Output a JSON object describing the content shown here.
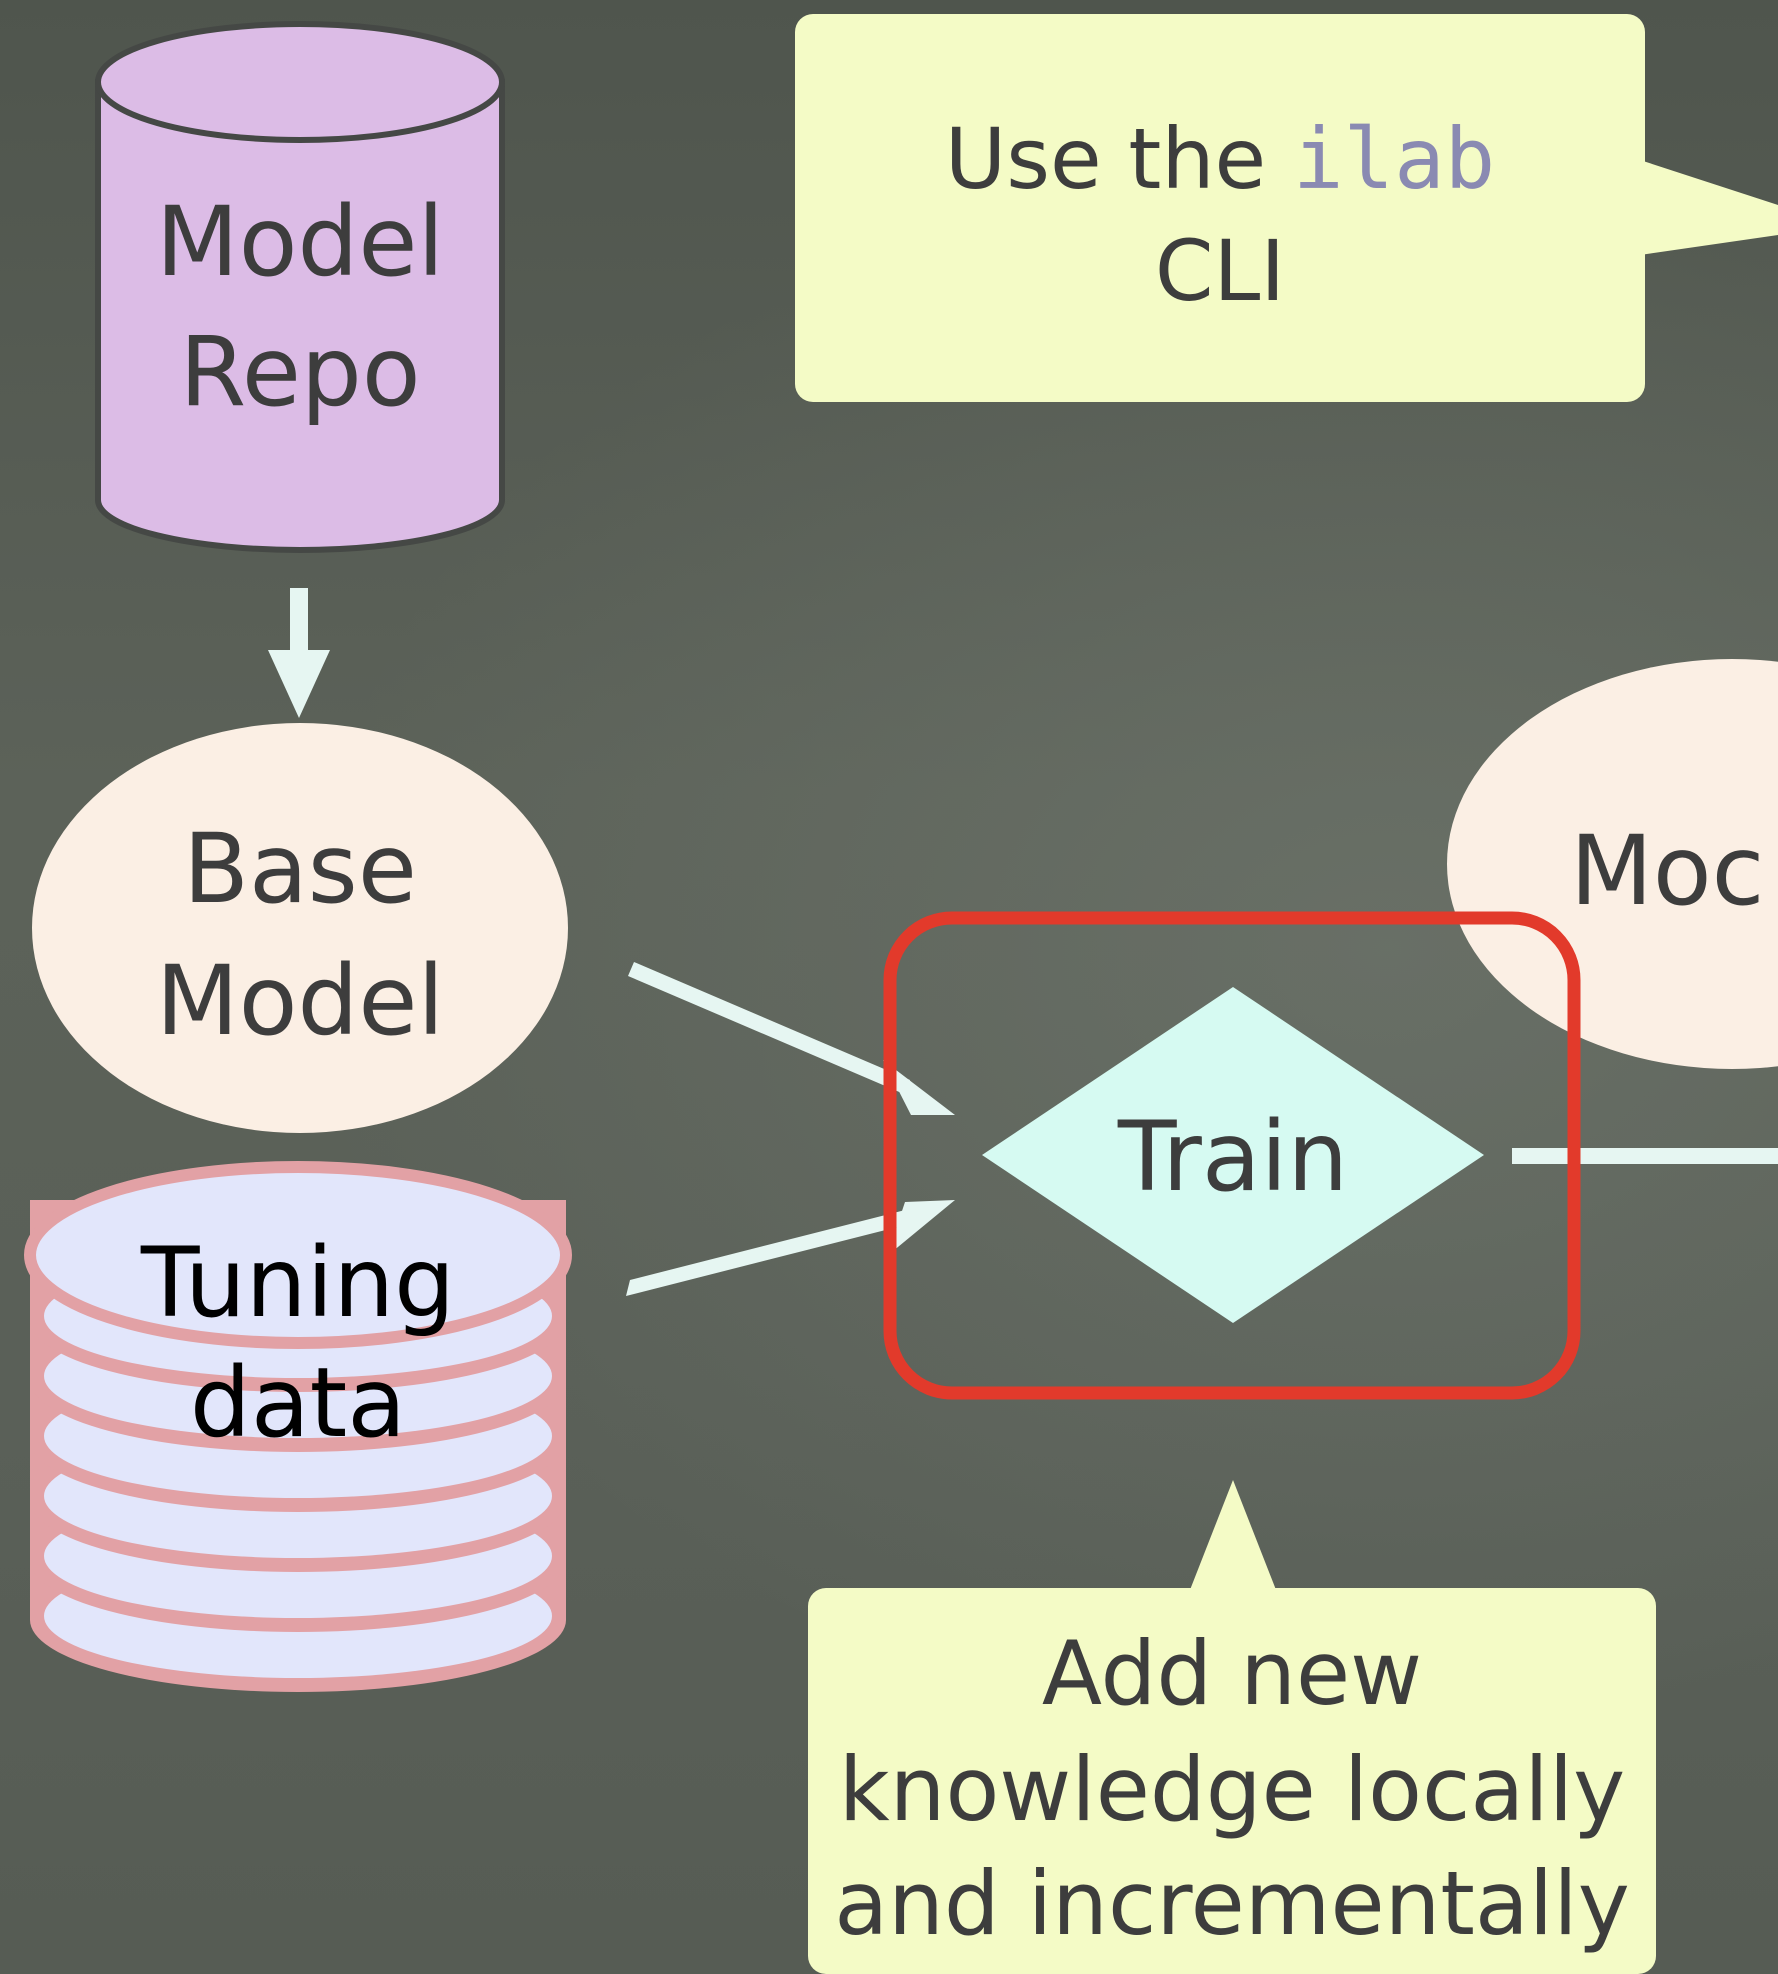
{
  "nodes": {
    "model_repo": {
      "line1": "Model",
      "line2": "Repo"
    },
    "base_model": {
      "line1": "Base",
      "line2": "Model"
    },
    "tuning_data": {
      "line1": "Tuning",
      "line2": "data"
    },
    "train": {
      "label": "Train"
    },
    "output_model": {
      "label_fragment": "Moc"
    }
  },
  "callouts": {
    "cli": {
      "prefix": "Use the ",
      "command": "ilab",
      "line2": "CLI"
    },
    "knowledge": {
      "line1": "Add new",
      "line2": "knowledge locally",
      "line3": "and incrementally"
    }
  },
  "colors": {
    "background": "#585e56",
    "repo_fill": "#dcbce6",
    "ellipse_fill": "#fbefe4",
    "tuning_fill": "#e2e6fb",
    "tuning_stroke": "#e2a1a5",
    "train_fill": "#d6faf2",
    "callout_fill": "#f4fbc6",
    "arrow": "#e6f6f2",
    "highlight": "#e23a2b"
  }
}
